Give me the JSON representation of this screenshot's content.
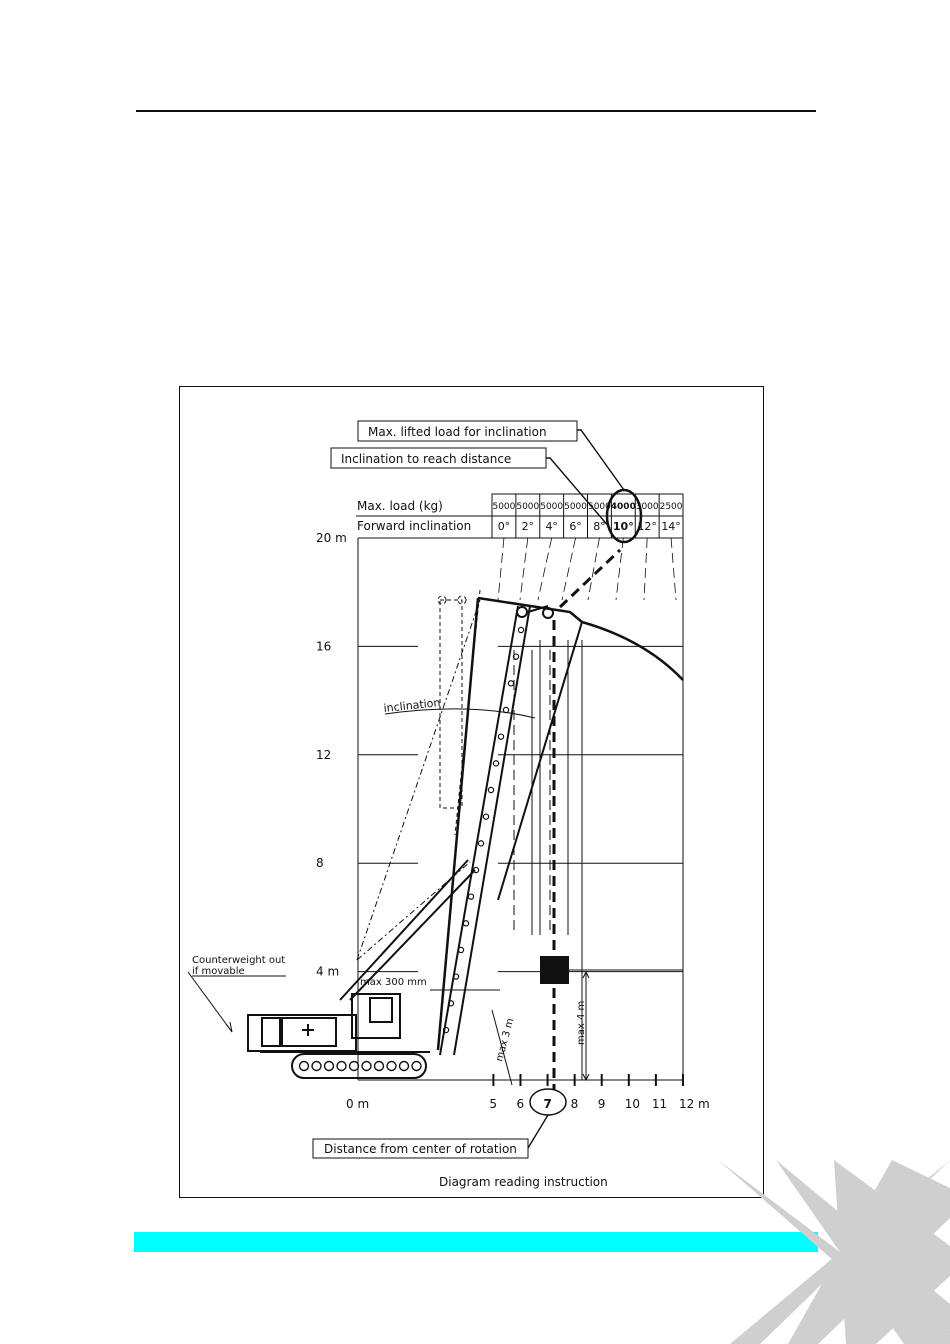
{
  "callouts": {
    "max_lifted_load": "Max. lifted load for inclination",
    "inclination_to_reach": "Inclination to reach distance",
    "distance_from_center": "Distance from center of rotation",
    "counterweight_line1": "Counterweight out",
    "counterweight_line2": "if movable",
    "inclination_label": "inclination",
    "max_300": "max 300 mm",
    "max_3m": "max 3 m",
    "max_4m": "max 4 m"
  },
  "table": {
    "row1_label": "Max. load (kg)",
    "row2_label": "Forward inclination",
    "loads": [
      "5000",
      "5000",
      "5000",
      "5000",
      "5000",
      "4000",
      "3000",
      "2500"
    ],
    "inclinations": [
      "0°",
      "2°",
      "4°",
      "6°",
      "8°",
      "10°",
      "12°",
      "14°"
    ],
    "highlight_index": 5
  },
  "y_axis": {
    "labels": [
      "20 m",
      "16",
      "12",
      "8",
      "4 m"
    ],
    "values": [
      20,
      16,
      12,
      8,
      4
    ]
  },
  "x_axis": {
    "zero_label": "0 m",
    "labels": [
      "5",
      "6",
      "7",
      "8",
      "9",
      "10",
      "11",
      "12 m"
    ],
    "values": [
      5,
      6,
      7,
      8,
      9,
      10,
      11,
      12
    ],
    "highlight_value": 7
  },
  "caption": "Diagram reading instruction",
  "colors": {
    "band": "#00FFFF",
    "stripe": "#CFCFCF",
    "ink": "#111111"
  }
}
